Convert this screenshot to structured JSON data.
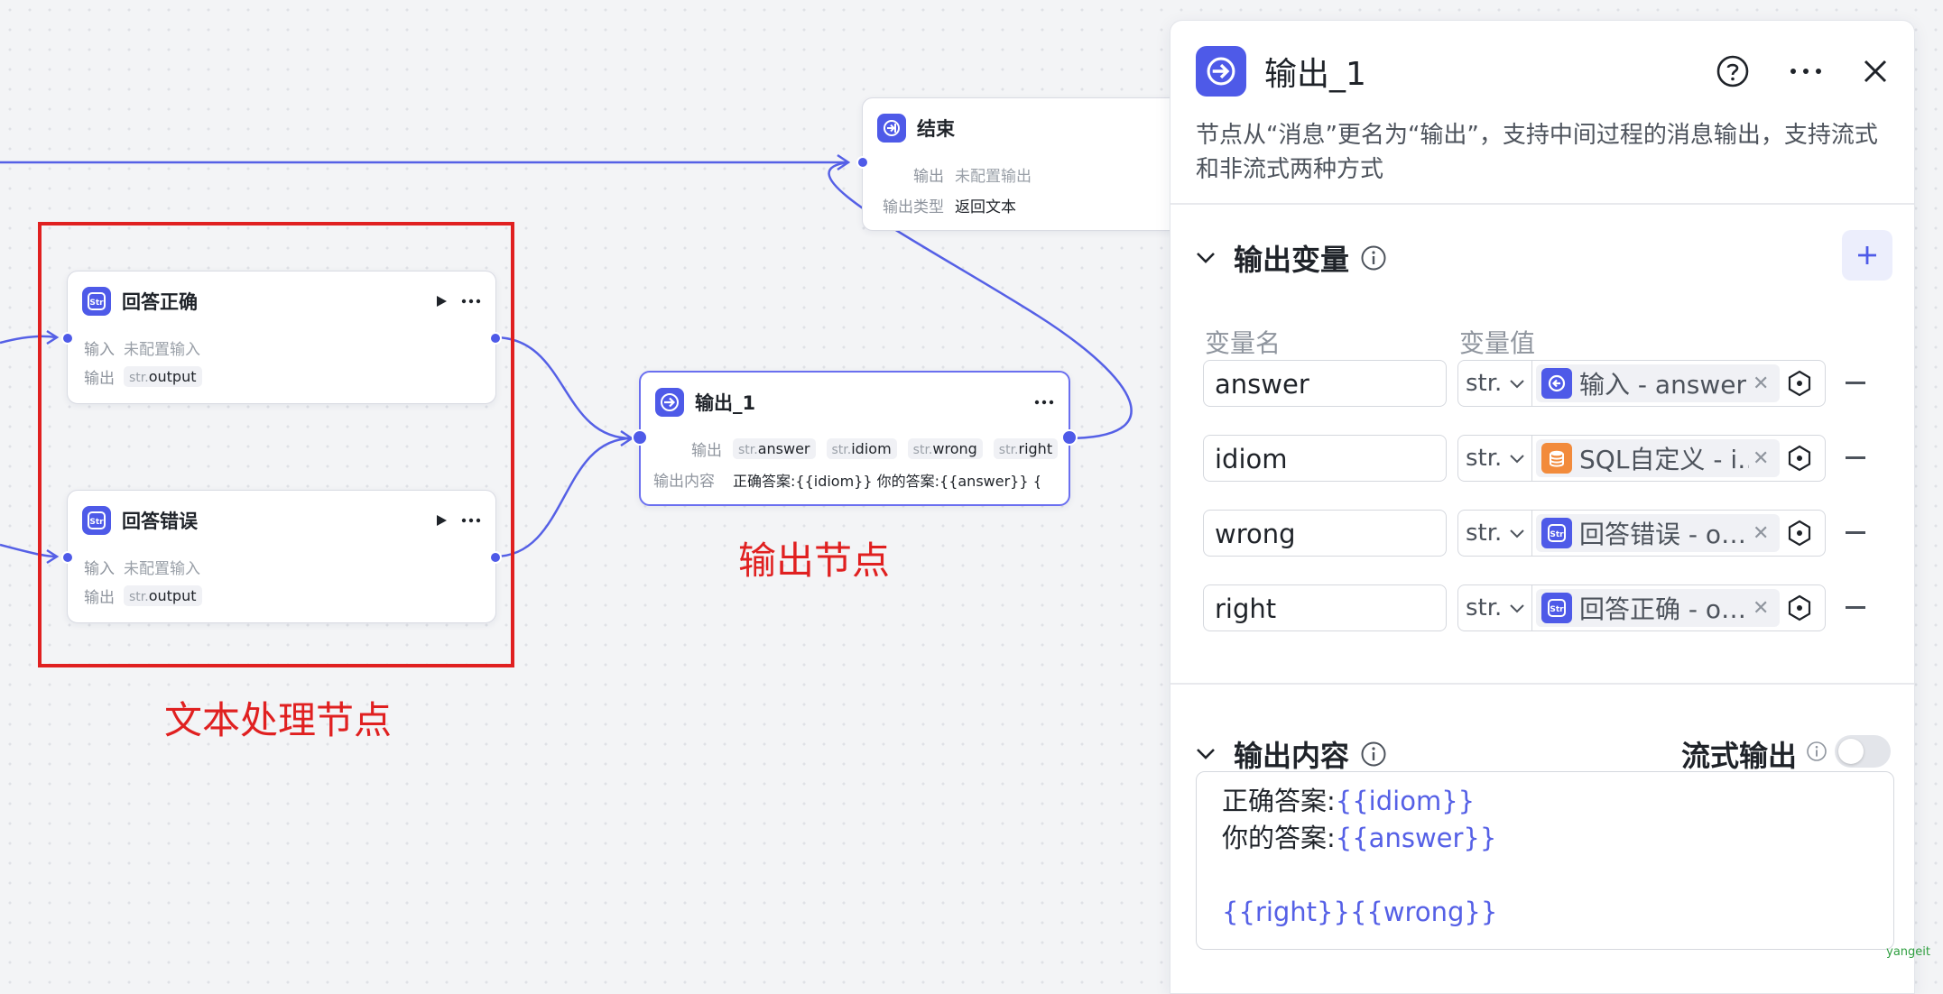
{
  "canvas": {
    "end_node": {
      "title": "结束",
      "rows": [
        {
          "label": "输出",
          "value": "未配置输出"
        },
        {
          "label": "输出类型",
          "value": "返回文本"
        }
      ]
    },
    "answer_correct_node": {
      "title": "回答正确",
      "input_label": "输入",
      "input_value": "未配置输入",
      "output_label": "输出",
      "output_tag_prefix": "str.",
      "output_tag": "output"
    },
    "answer_wrong_node": {
      "title": "回答错误",
      "input_label": "输入",
      "input_value": "未配置输入",
      "output_label": "输出",
      "output_tag_prefix": "str.",
      "output_tag": "output"
    },
    "output_node": {
      "title": "输出_1",
      "output_label": "输出",
      "tags": [
        {
          "prefix": "str.",
          "name": "answer"
        },
        {
          "prefix": "str.",
          "name": "idiom"
        },
        {
          "prefix": "str.",
          "name": "wrong"
        },
        {
          "prefix": "str.",
          "name": "right"
        }
      ],
      "content_label": "输出内容",
      "content_value": "正确答案:{{idiom}} 你的答案:{{answer}} {{righ…"
    },
    "annotations": {
      "text_processing": "文本处理节点",
      "output_node": "输出节点"
    }
  },
  "panel": {
    "title": "输出_1",
    "description": "节点从“消息”更名为“输出”，支持中间过程的消息输出，支持流式和非流式两种方式",
    "output_vars": {
      "title": "输出变量",
      "col_name": "变量名",
      "col_value": "变量值",
      "rows": [
        {
          "name": "answer",
          "type": "str.",
          "ref": "输入 - answer",
          "icon_color": "#4e5ae8"
        },
        {
          "name": "idiom",
          "type": "str.",
          "ref": "SQL自定义 - i…",
          "icon_color": "#f28b3c"
        },
        {
          "name": "wrong",
          "type": "str.",
          "ref": "回答错误 - o…",
          "icon_color": "#4e5ae8"
        },
        {
          "name": "right",
          "type": "str.",
          "ref": "回答正确 - o…",
          "icon_color": "#4e5ae8"
        }
      ]
    },
    "output_content": {
      "title": "输出内容",
      "stream_label": "流式输出",
      "stream_enabled": false,
      "line1_text": "正确答案:",
      "line1_var": "{{idiom}}",
      "line2_text": "你的答案:",
      "line2_var": "{{answer}}",
      "line4_var": "{{right}}{{wrong}}"
    }
  },
  "watermark": "yangeit",
  "colors": {
    "accent": "#4e5ae8",
    "annotation": "#e02020",
    "sql_icon": "#f28b3c"
  }
}
